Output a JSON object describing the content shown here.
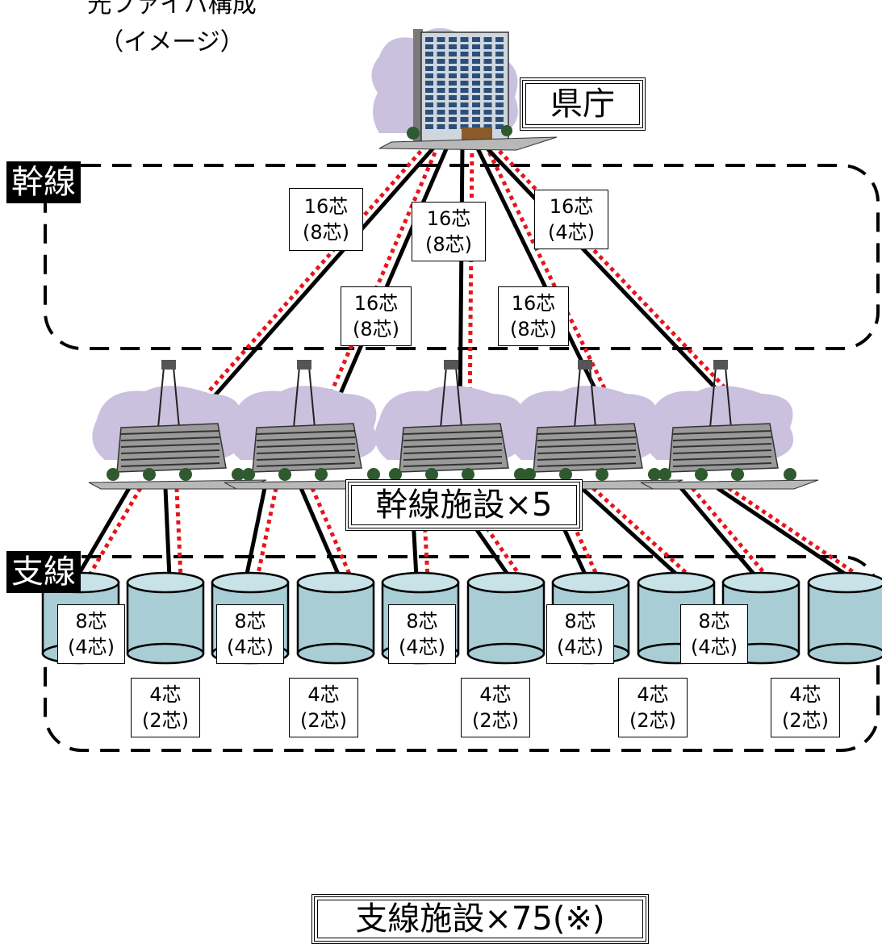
{
  "title": {
    "line1": "光ファイバ構成",
    "line2": "（イメージ）"
  },
  "prefecture": {
    "label": "県庁"
  },
  "trunk": {
    "tag": "幹線",
    "facility_label": "幹線施設×5",
    "links": [
      {
        "cores": "16芯",
        "sub": "(8芯)"
      },
      {
        "cores": "16芯",
        "sub": "(8芯)"
      },
      {
        "cores": "16芯",
        "sub": "(8芯)"
      },
      {
        "cores": "16芯",
        "sub": "(8芯)"
      },
      {
        "cores": "16芯",
        "sub": "(4芯)"
      }
    ]
  },
  "branch": {
    "tag": "支線",
    "facility_label": "支線施設×75(※)",
    "link_a": {
      "cores": "8芯",
      "sub": "(4芯)"
    },
    "link_b": {
      "cores": "4芯",
      "sub": "(2芯)"
    },
    "groups": 5
  },
  "colors": {
    "cable": "#000000",
    "cable_alt": "#e8141c",
    "cloud": "#c9c1de",
    "building": "#9a9a9a",
    "tank": "#a9cdd4",
    "tree": "#2f5a2f"
  }
}
